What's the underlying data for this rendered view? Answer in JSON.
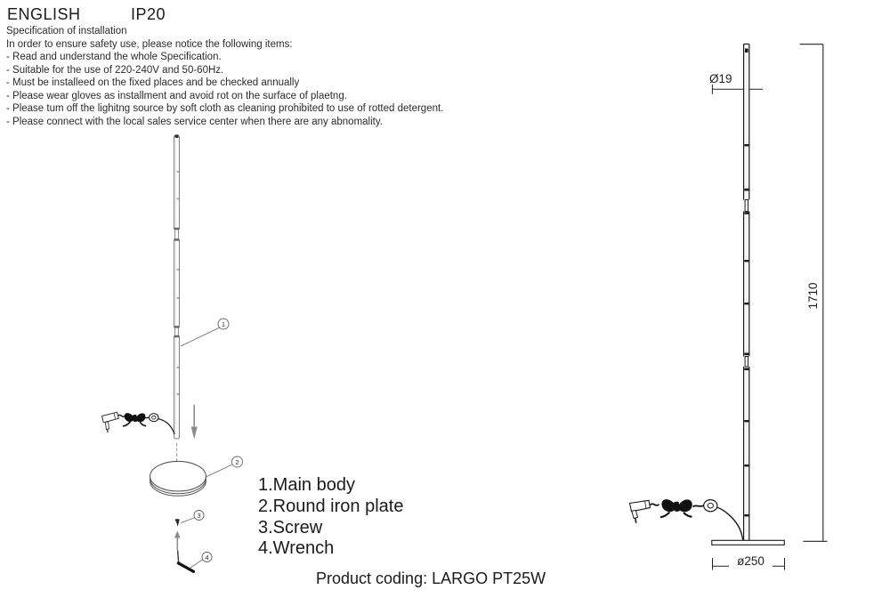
{
  "header": {
    "language": "ENGLISH",
    "ip_rating": "IP20"
  },
  "spec": {
    "title": "Specification of installation",
    "intro": "In order to ensure safety use, please notice the following items:",
    "items": [
      "- Read and understand the whole Specification.",
      "- Suitable for the use of 220-240V and 50-60Hz.",
      "- Must be installeed on the fixed places and be checked annually",
      "- Please wear gloves as installment and avoid rot on the surface of plaetng.",
      "- Please tum off the lighitng source by soft cloth as cleaning prohibited to use of rotted detergent.",
      "- Please connect with the local sales service center when there are any abnomality."
    ]
  },
  "parts_list": [
    "1.Main body",
    "2.Round iron plate",
    "3.Screw",
    "4.Wrench"
  ],
  "callouts": [
    "1",
    "2",
    "3",
    "4"
  ],
  "dimensions": {
    "top_diameter": "Ø19",
    "height": "1710",
    "base_diameter": "ø250"
  },
  "footer": {
    "product_coding": "Product coding: LARGO PT25W"
  },
  "colors": {
    "line_dark": "#1a1a1a",
    "line_light": "#777777",
    "arrow_gray": "#8c8c8c",
    "text": "#1a1a1a"
  }
}
